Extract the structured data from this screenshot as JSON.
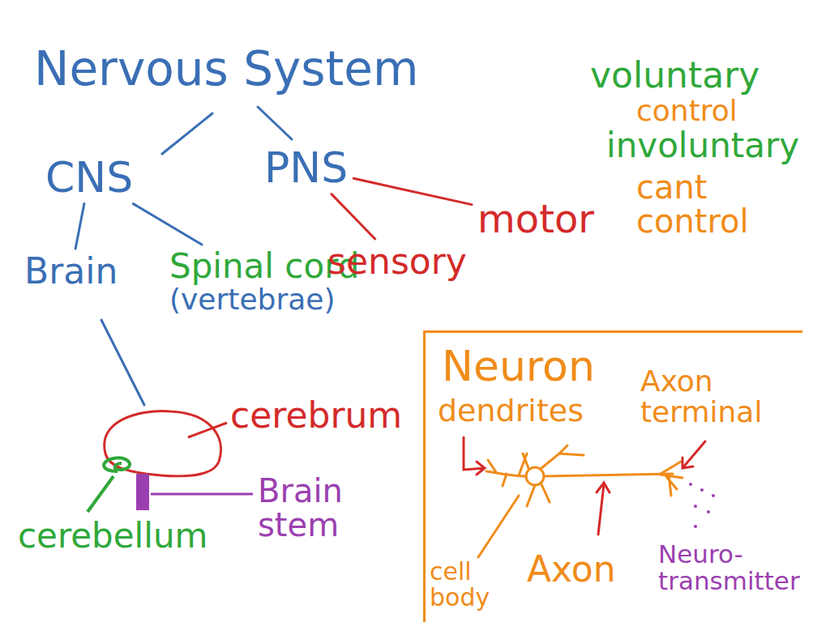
{
  "diagram": {
    "title": "Nervous System",
    "nodes": [
      {
        "text": [
          "CNS"
        ]
      },
      {
        "text": [
          "PNS"
        ]
      },
      {
        "text": [
          "Brain"
        ]
      },
      {
        "text": [
          "Spinal cord",
          "(vertebrae)"
        ]
      },
      {
        "text": [
          "sensory"
        ]
      },
      {
        "text": [
          "motor"
        ]
      },
      {
        "text": [
          "Neuron"
        ]
      }
    ],
    "edges": [
      {
        "from": 0,
        "to": 2,
        "arrow": "none"
      },
      {
        "from": 0,
        "to": 3,
        "arrow": "none"
      },
      {
        "from": 1,
        "to": 4,
        "arrow": "none"
      },
      {
        "from": 1,
        "to": 5,
        "arrow": "none"
      }
    ],
    "labels": [
      "voluntary",
      "control",
      "involuntary",
      "cant control",
      "cerebrum",
      "Brain stem",
      "cerebellum",
      "dendrites",
      "Axon terminal",
      "cell body",
      "Axon",
      "Neuro-transmitter"
    ]
  }
}
